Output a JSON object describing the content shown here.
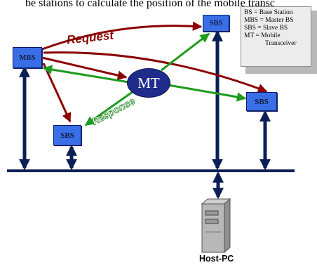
{
  "caption": "be stations to calculate the position of the mobile transc",
  "legend": [
    "BS = Base Station",
    "MBS = Master BS",
    "SBS = Slave BS",
    "MT  = Mobile",
    "Transceiver"
  ],
  "nodes": {
    "mbs": "MBS",
    "sbs_top": "SBS",
    "sbs_right": "SBS",
    "sbs_left": "SBS",
    "mt": "MT"
  },
  "labels": {
    "request": "Request",
    "response": "Response",
    "host_pc": "Host-PC"
  },
  "colors": {
    "request_arrow": "#8b0000",
    "response_arrow": "#1e9a1e",
    "bus": "#0c1f55",
    "node_fill": "#3a6ee6",
    "mt_fill": "#1f2c8c"
  }
}
